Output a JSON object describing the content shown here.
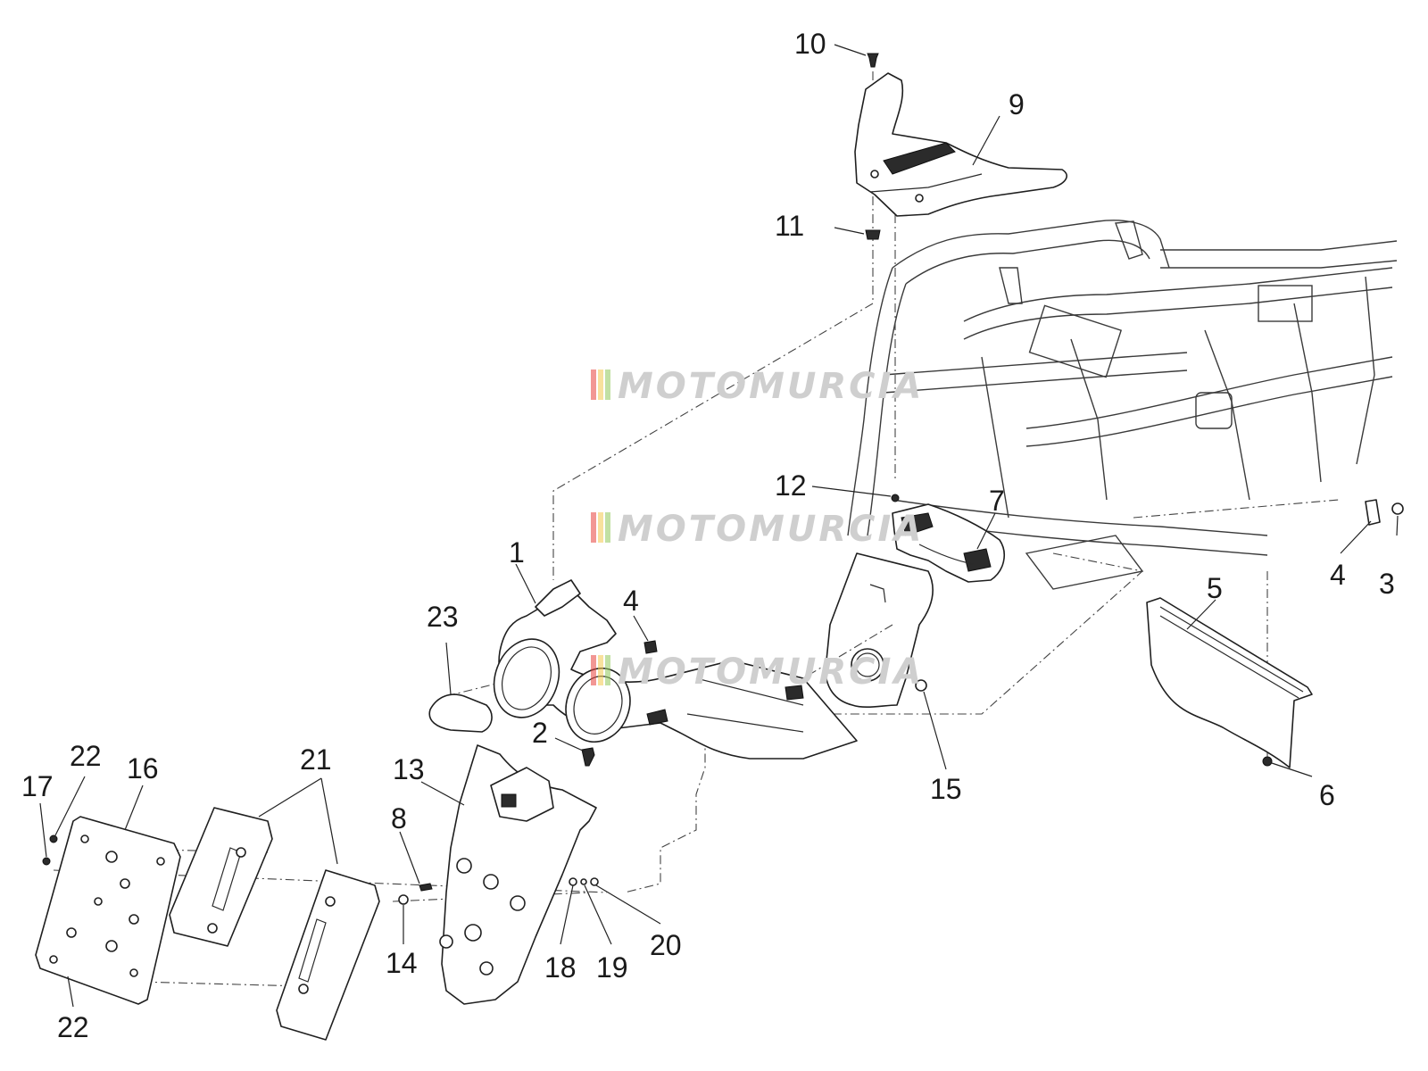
{
  "watermark": {
    "text": "MOTOMURCIA",
    "stripe_colors": [
      "#e8413c",
      "#f2c94c",
      "#8fc65a"
    ]
  },
  "callouts": [
    {
      "id": "c1",
      "label": "1"
    },
    {
      "id": "c2",
      "label": "2"
    },
    {
      "id": "c3",
      "label": "3"
    },
    {
      "id": "c4a",
      "label": "4"
    },
    {
      "id": "c4b",
      "label": "4"
    },
    {
      "id": "c5",
      "label": "5"
    },
    {
      "id": "c6",
      "label": "6"
    },
    {
      "id": "c7",
      "label": "7"
    },
    {
      "id": "c8",
      "label": "8"
    },
    {
      "id": "c9",
      "label": "9"
    },
    {
      "id": "c10",
      "label": "10"
    },
    {
      "id": "c11",
      "label": "11"
    },
    {
      "id": "c12",
      "label": "12"
    },
    {
      "id": "c13",
      "label": "13"
    },
    {
      "id": "c14",
      "label": "14"
    },
    {
      "id": "c15",
      "label": "15"
    },
    {
      "id": "c16",
      "label": "16"
    },
    {
      "id": "c17",
      "label": "17"
    },
    {
      "id": "c18",
      "label": "18"
    },
    {
      "id": "c19",
      "label": "19"
    },
    {
      "id": "c20",
      "label": "20"
    },
    {
      "id": "c21",
      "label": "21"
    },
    {
      "id": "c22a",
      "label": "22"
    },
    {
      "id": "c22b",
      "label": "22"
    },
    {
      "id": "c23",
      "label": "23"
    }
  ]
}
